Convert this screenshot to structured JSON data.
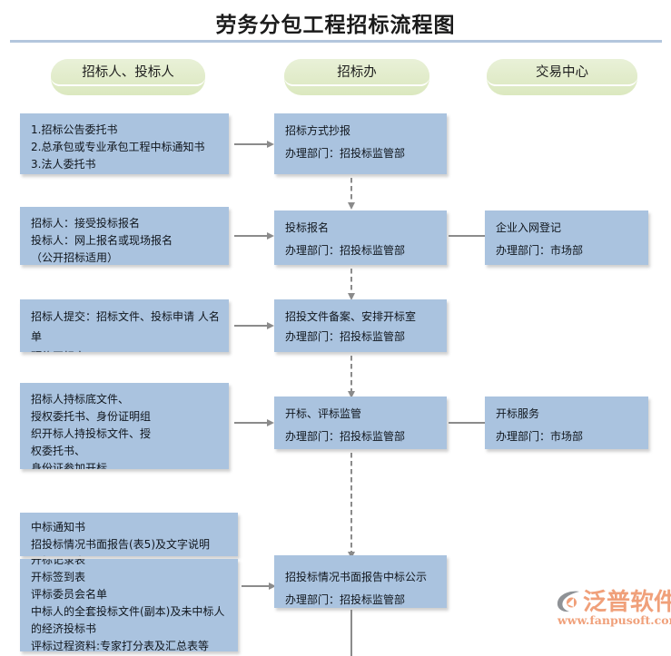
{
  "page": {
    "title": "劳务分包工程招标流程图"
  },
  "lanes": [
    {
      "id": "lane-bidder",
      "label": "招标人、投标人"
    },
    {
      "id": "lane-office",
      "label": "招标办"
    },
    {
      "id": "lane-center",
      "label": "交易中心"
    }
  ],
  "boxes": {
    "left_1": "1.招标公告委托书\n2.总承包或专业承包工程中标通知书\n3.法人委托书",
    "left_2": "招标人：接受投标报名\n投标人：网上报名或现场报名\n（公开招标适用）",
    "left_3": "招标人提交：招标文件、投标申请 人名单\n预约开标室",
    "left_4": "招标人持标底文件、\n授权委托书、身份证明组\n织开标人持投标文件、授\n权委托书、\n身份证参加开标",
    "left_5_upper": "中标通知书\n招投标情况书面报告(表5)及文字说明\n开标记录表",
    "left_5_lower": "开标记录表\n开标签到表\n评标委员会名单\n中标人的全套投标文件(副本)及未中标人\n的经济投标书\n评标过程资料:专家打分表及汇总表等",
    "mid_1": "招标方式抄报\n办理部门：招投标监管部",
    "mid_2": "投标报名\n办理部门：招投标监管部",
    "mid_3": "招投文件备案、安排开标室\n办理部门：招投标监管部",
    "mid_4": "开标、评标监管\n办理部门：招投标监管部",
    "mid_5": "招投标情况书面报告中标公示\n办理部门：招投标监管部",
    "right_2": "企业入网登记\n办理部门：市场部",
    "right_4": "开标服务\n办理部门：市场部"
  },
  "logo": {
    "name": "泛普软件",
    "url": "www.fanpusoft.com",
    "color": "#f0a07a"
  },
  "colors": {
    "box_fill": "#aac3df",
    "pill_fill": "#dfeac6",
    "rule": "#b3c6dd",
    "connector": "#8b8b8b",
    "text": "#10161d"
  }
}
